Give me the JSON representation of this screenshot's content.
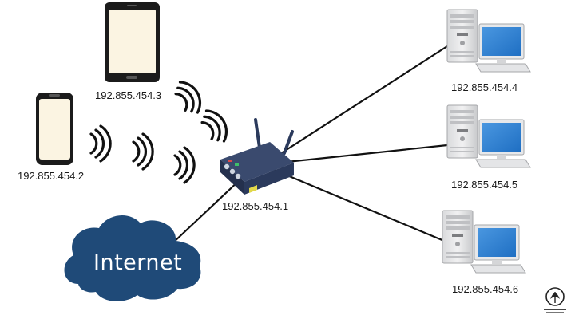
{
  "cloud": {
    "label": "Internet"
  },
  "devices": {
    "router": {
      "ip": "192.855.454.1"
    },
    "phone": {
      "ip": "192.855.454.2"
    },
    "tablet": {
      "ip": "192.855.454.3"
    },
    "pc1": {
      "ip": "192.855.454.4"
    },
    "pc2": {
      "ip": "192.855.454.5"
    },
    "pc3": {
      "ip": "192.855.454.6"
    }
  },
  "icons": [
    "router-icon",
    "smartphone-icon",
    "tablet-icon",
    "desktop-computer-icon",
    "cloud-icon",
    "wifi-signal-icon",
    "logo-icon"
  ],
  "colors": {
    "cloud": "#1f4a78",
    "router": "#2b3a5c",
    "monitor_screen": "#2f7fd1",
    "device_screen": "#fbf4e2",
    "link": "#111111"
  }
}
